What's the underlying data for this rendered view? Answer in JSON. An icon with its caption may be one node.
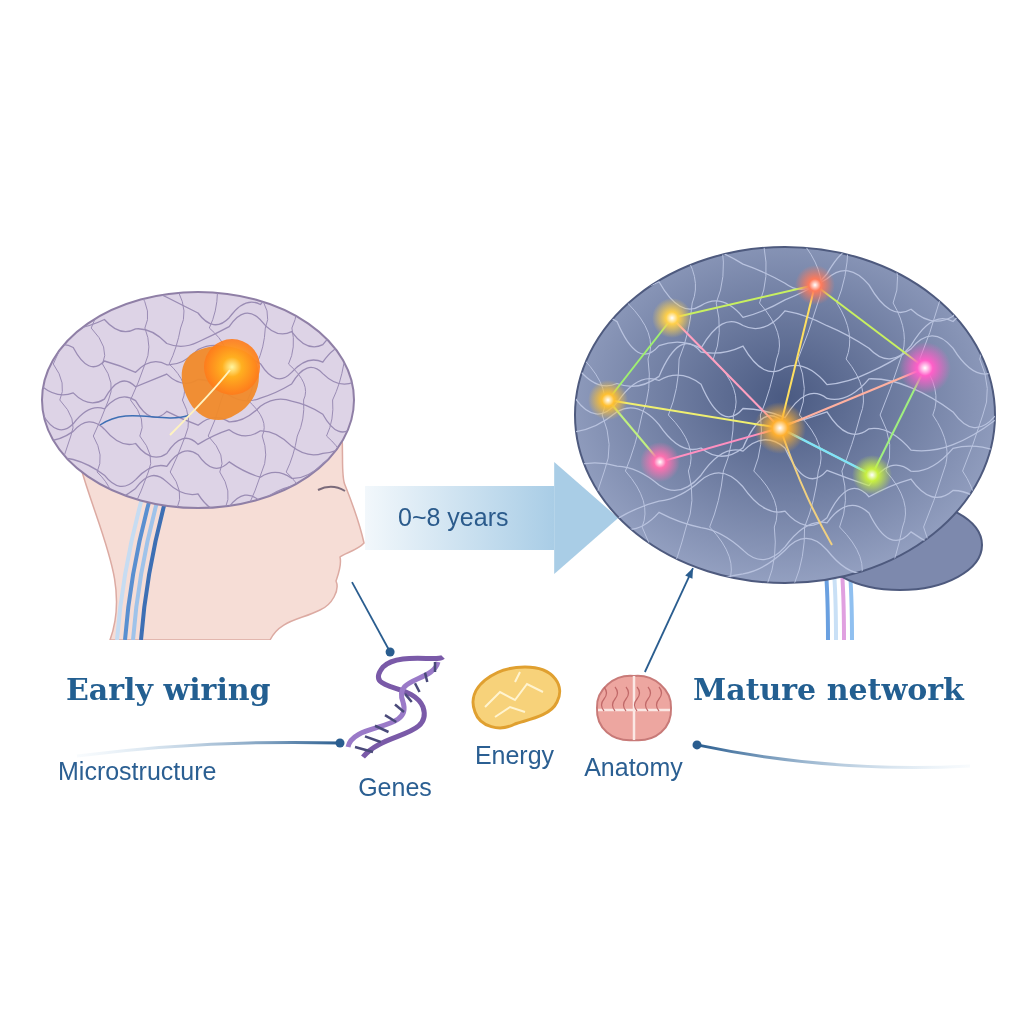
{
  "diagram": {
    "nodes": [
      {
        "text": [],
        "shape": "picture"
      },
      {
        "text": [],
        "shape": "picture"
      },
      {
        "text": [
          "Early wiring"
        ]
      },
      {
        "text": [
          "Microstructure"
        ]
      },
      {
        "text": [
          "Genes"
        ]
      },
      {
        "text": [
          "Energy"
        ]
      },
      {
        "text": [
          "Anatomy"
        ]
      },
      {
        "text": [
          "Mature network"
        ]
      }
    ],
    "edges": [
      {
        "from": 0,
        "to": 1,
        "arrow": "to",
        "label": "0~8 years",
        "style": "thick",
        "color": "#a9cde6"
      },
      {
        "from": 0,
        "to": 4,
        "arrow": "other"
      },
      {
        "from": 3,
        "to": 4,
        "arrow": "other"
      },
      {
        "from": 6,
        "to": 1,
        "arrow": "to"
      },
      {
        "from": null,
        "to": 6,
        "arrow": "other"
      }
    ]
  }
}
